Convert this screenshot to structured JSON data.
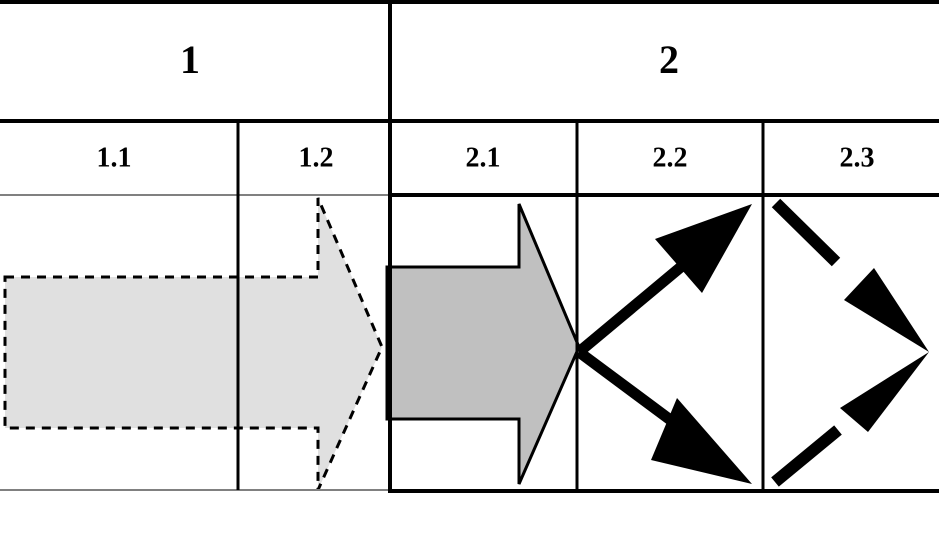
{
  "headers": {
    "group_1": "1",
    "group_2": "2"
  },
  "subheaders": {
    "s1_1": "1.1",
    "s1_2": "1.2",
    "s2_1": "2.1",
    "s2_2": "2.2",
    "s2_3": "2.3"
  },
  "colors": {
    "dashed_arrow_fill": "#e0e0e0",
    "solid_arrow_fill": "#c0c0c0",
    "line": "#000000",
    "thin_line": "#808080"
  }
}
